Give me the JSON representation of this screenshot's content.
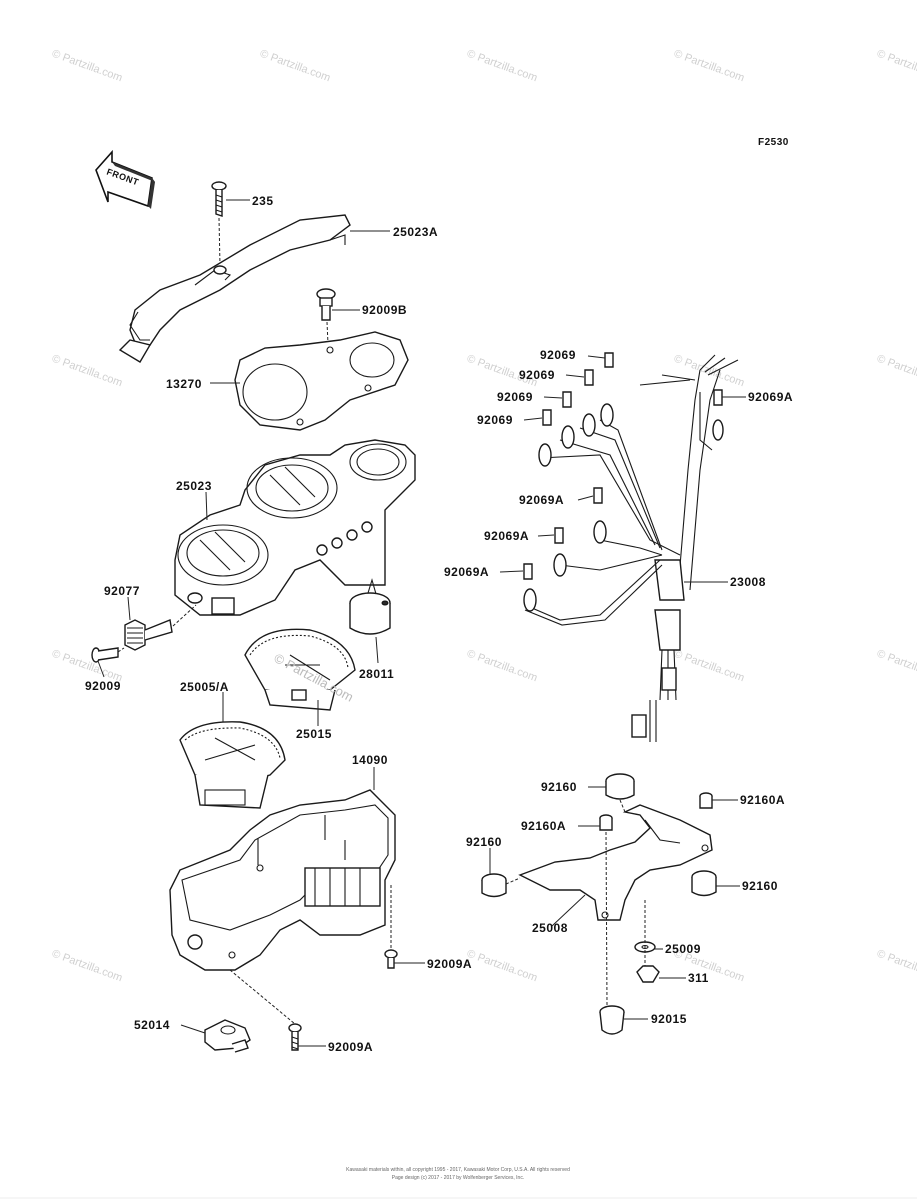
{
  "figure_code": "F2530",
  "orientation_label": "FRONT",
  "watermark_text": "© Partzilla.com",
  "center_watermark": "© Partzilla.com",
  "copyright_line1": "Kawasaki materials within, all copyright 1995 - 2017, Kawasaki Motor Corp, U.S.A. All rights reserved",
  "copyright_line2": "Page design (c) 2017 - 2017 by Wolfenberger Services, Inc.",
  "callouts": {
    "c235": "235",
    "c25023A": "25023A",
    "c92009B": "92009B",
    "c13270": "13270",
    "c25023": "25023",
    "c92077": "92077",
    "c92009": "92009",
    "c25005A": "25005/A",
    "c28011": "28011",
    "c25015": "25015",
    "c14090": "14090",
    "c92009A_1": "92009A",
    "c52014": "52014",
    "c92009A_2": "92009A",
    "c92069_1": "92069",
    "c92069_2": "92069",
    "c92069_3": "92069",
    "c92069_4": "92069",
    "c92069A_1": "92069A",
    "c92069A_2": "92069A",
    "c92069A_3": "92069A",
    "c92069A_4": "92069A",
    "c23008": "23008",
    "c92160_1": "92160",
    "c92160A_1": "92160A",
    "c92160A_2": "92160A",
    "c92160_2": "92160",
    "c92160_3": "92160",
    "c25008": "25008",
    "c25009": "25009",
    "c311": "311",
    "c92015": "92015"
  }
}
